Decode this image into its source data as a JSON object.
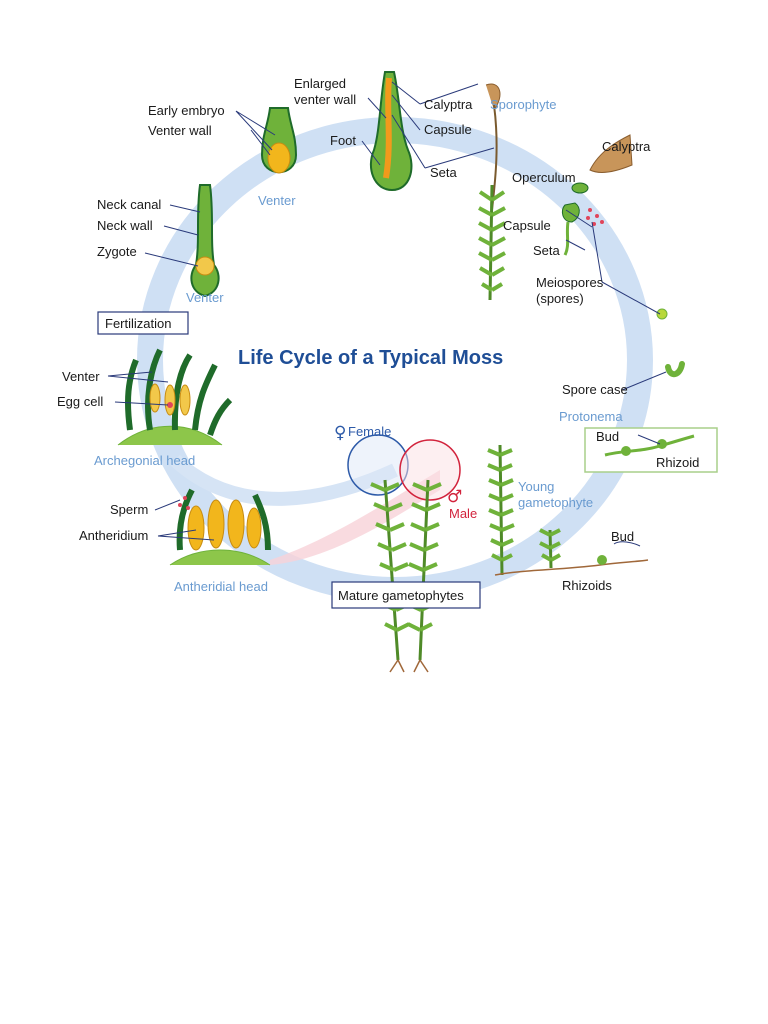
{
  "title": "Life Cycle of a Typical Moss",
  "labels": {
    "enlarged_venter_wall": "Enlarged\nventer wall",
    "early_embryo": "Early embryo",
    "venter_wall": "Venter wall",
    "foot": "Foot",
    "calyptra_top": "Calyptra",
    "capsule_top": "Capsule",
    "seta_top": "Seta",
    "sporophyte": "Sporophyte",
    "calyptra_right": "Calyptra",
    "operculum": "Operculum",
    "capsule_right": "Capsule",
    "seta_right": "Seta",
    "meiospores": "Meiospores\n(spores)",
    "neck_canal": "Neck canal",
    "neck_wall": "Neck wall",
    "zygote": "Zygote",
    "venter_upper": "Venter",
    "venter_lower": "Venter",
    "fertilization": "Fertilization",
    "venter_left": "Venter",
    "egg_cell": "Egg cell",
    "archegonial_head": "Archegonial head",
    "female": "Female",
    "male": "Male",
    "spore_case": "Spore case",
    "protonema": "Protonema",
    "bud_protonema": "Bud",
    "rhizoid": "Rhizoid",
    "young_gametophyte": "Young\ngametophyte",
    "bud_bottom": "Bud",
    "rhizoids": "Rhizoids",
    "sperm": "Sperm",
    "antheridium": "Antheridium",
    "antheridial_head": "Antheridial head",
    "mature_gametophytes": "Mature gametophytes"
  },
  "symbols": {
    "female": "♀",
    "male": "♂"
  },
  "colors": {
    "cycle_ring": "#c9dcf2",
    "plant_green": "#6fb23a",
    "dark_green": "#1f6b2a",
    "embryo_orange": "#f2a51c",
    "capsule_brown": "#b8864f",
    "title_blue": "#1f4e96",
    "label_blue": "#6a9bd0",
    "male_red": "#d2233c",
    "female_blue": "#2d5aa8"
  }
}
